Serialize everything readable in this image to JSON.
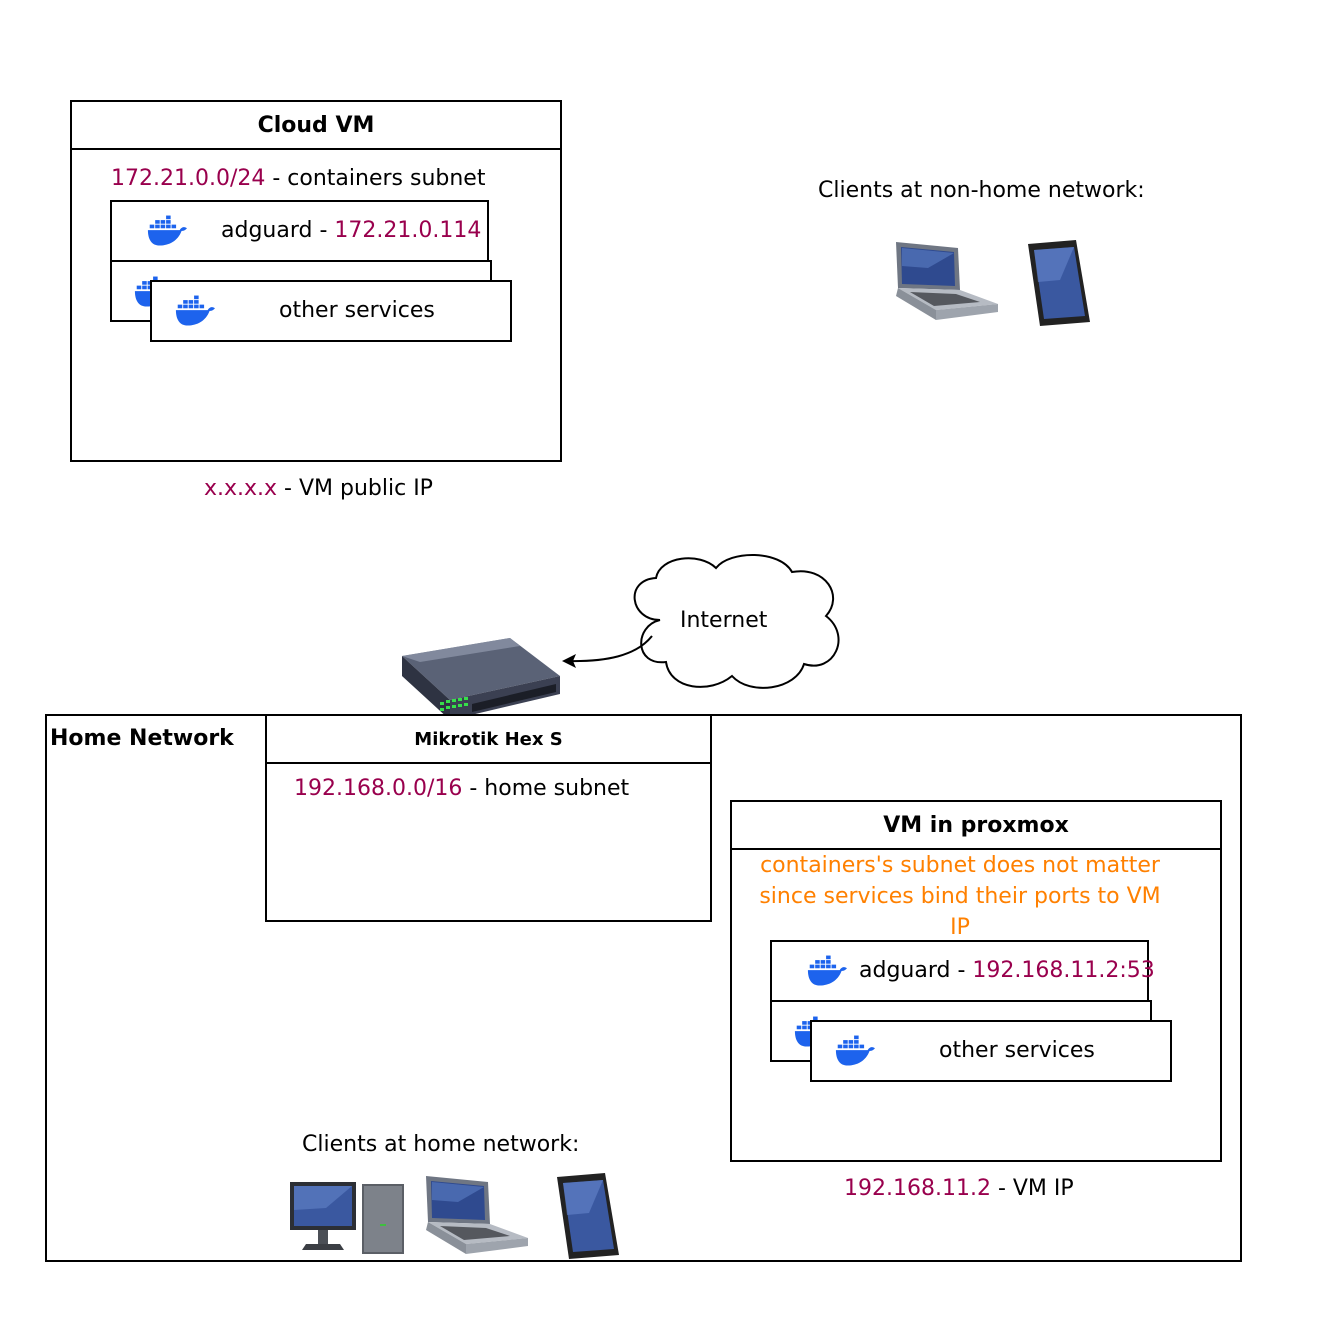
{
  "cloud_vm": {
    "title": "Cloud VM",
    "subnet_ip": "172.21.0.0/24",
    "subnet_text": " - containers subnet",
    "adguard_name": "adguard - ",
    "adguard_ip": "172.21.0.114",
    "other_services": "other services",
    "public_ip": "x.x.x.x",
    "public_ip_text": " - VM public IP"
  },
  "remote_clients": {
    "label": "Clients at non-home network:",
    "devices": [
      "laptop-icon",
      "tablet-icon"
    ]
  },
  "internet": {
    "label": "Internet"
  },
  "home_network": {
    "title": "Home Network",
    "router": {
      "title": "Mikrotik Hex S",
      "subnet_ip": "192.168.0.0/16",
      "subnet_text": " - home  subnet"
    },
    "proxmox_vm": {
      "title": "VM in proxmox",
      "note_line1": "containers's subnet does not matter",
      "note_line2": "since services bind their ports to VM",
      "note_line3": "IP",
      "adguard_name": "adguard - ",
      "adguard_ip": "192.168.11.2:53",
      "other_services": "other services",
      "vm_ip": "192.168.11.2",
      "vm_ip_text": " - VM IP"
    },
    "clients": {
      "label": "Clients at home network:",
      "devices": [
        "desktop-pc-icon",
        "laptop-icon",
        "tablet-icon"
      ]
    }
  },
  "colors": {
    "ip": "#99004d",
    "note": "#ff8000",
    "docker": "#1d63ed"
  }
}
